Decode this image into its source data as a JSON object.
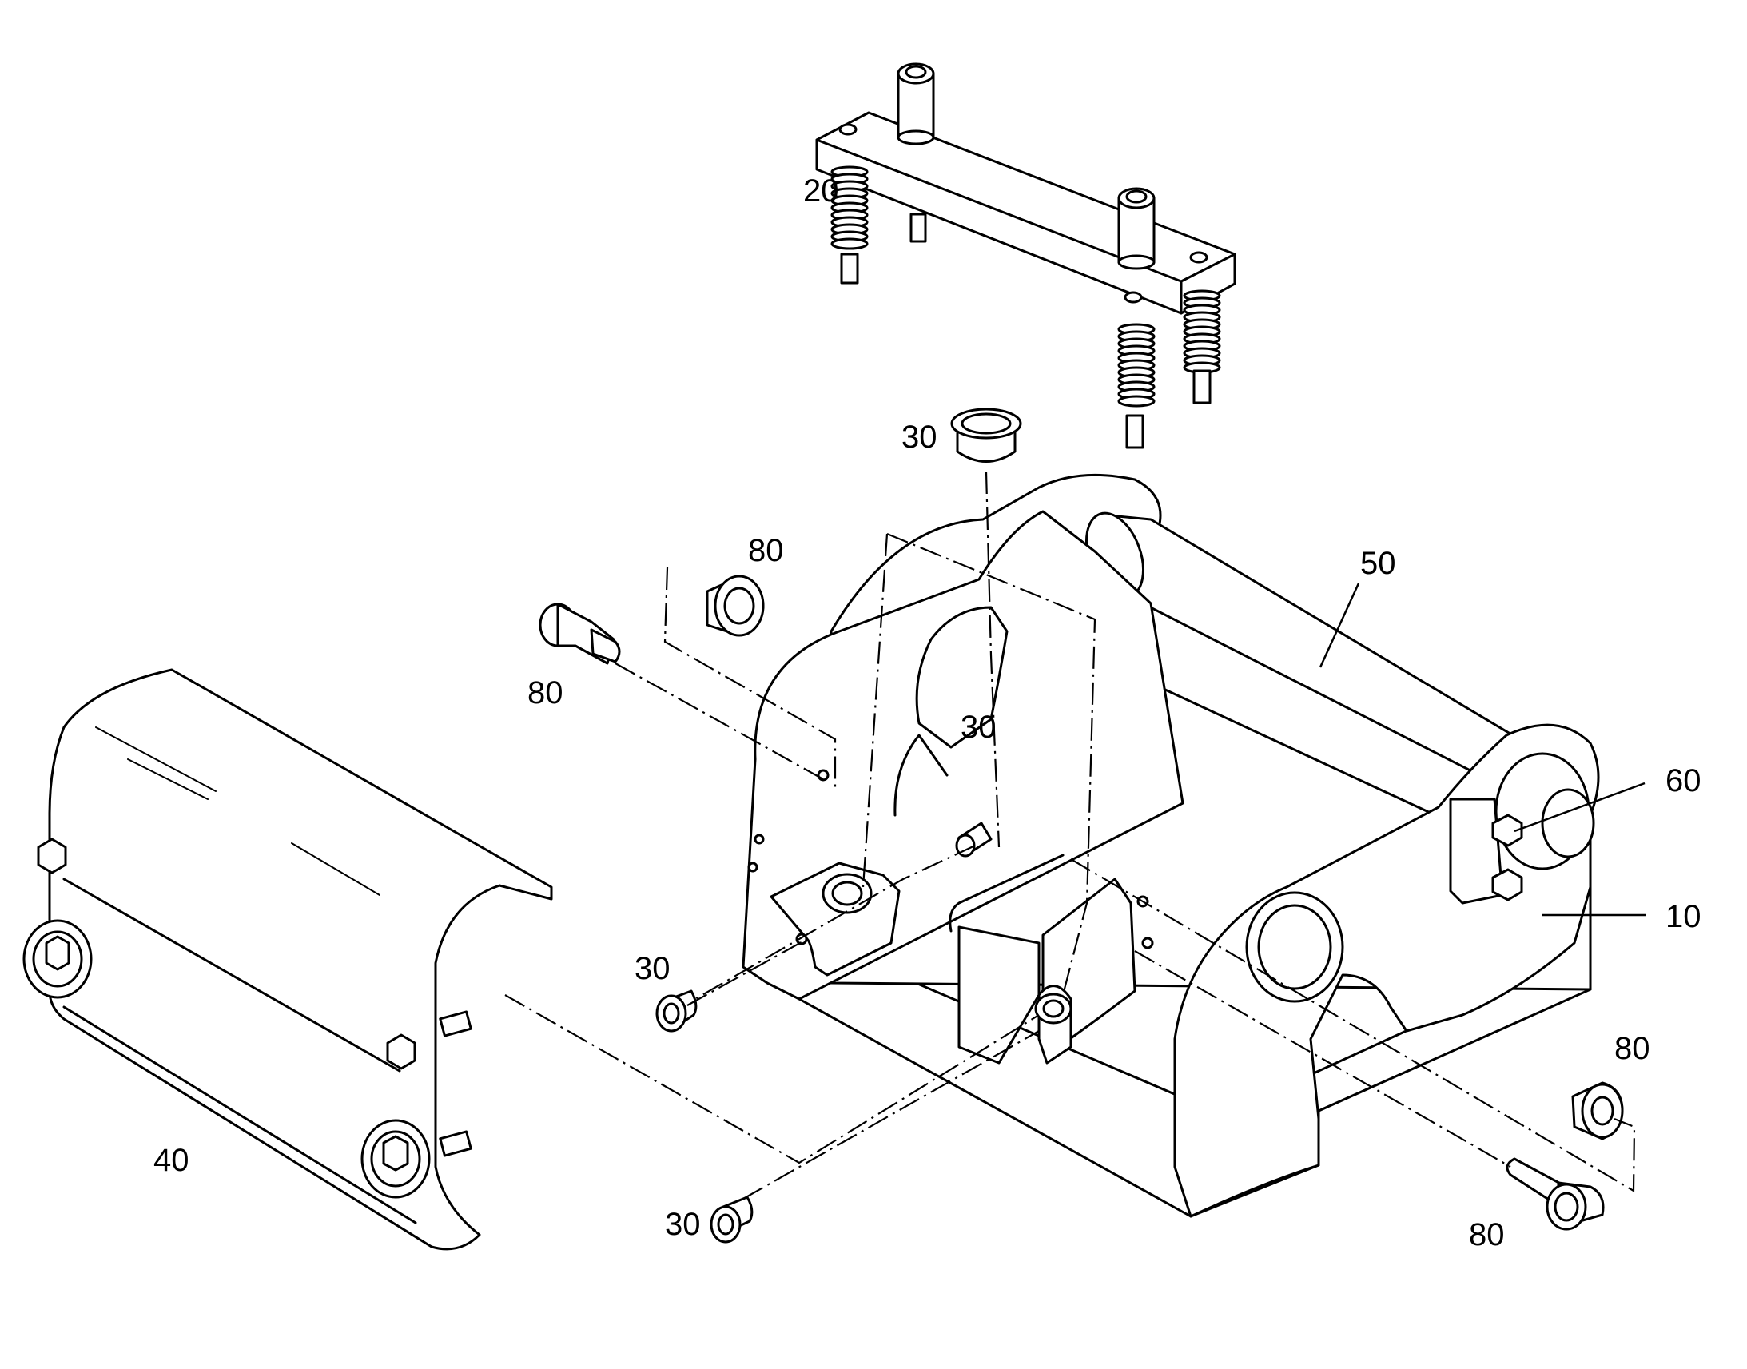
{
  "callouts": {
    "c10": "10",
    "c20": "20",
    "c30_top": "30",
    "c30_inner": "30",
    "c30_left": "30",
    "c30_bottom": "30",
    "c40": "40",
    "c50": "50",
    "c60": "60",
    "c80_top": "80",
    "c80_left": "80",
    "c80_right": "80",
    "c80_bottom": "80"
  }
}
